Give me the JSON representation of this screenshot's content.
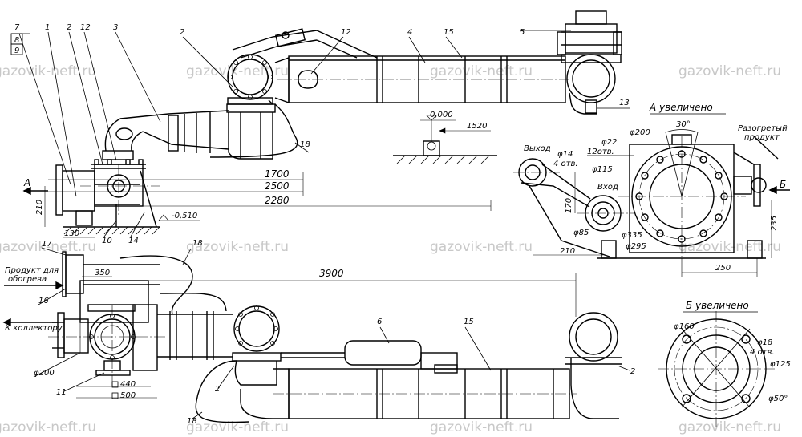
{
  "watermark": "gazovik-neft.ru",
  "positions": {
    "p1": "1",
    "p2": "2",
    "p3": "3",
    "p4": "4",
    "p5": "5",
    "p6": "6",
    "p7": "7",
    "p8": "8",
    "p9": "9",
    "p10": "10",
    "p11": "11",
    "p12": "12",
    "p13": "13",
    "p14": "14",
    "p15": "15",
    "p16": "16",
    "p17": "17",
    "p18": "18"
  },
  "dimensions": {
    "d1700": "1700",
    "d2500": "2500",
    "d2280": "2280",
    "d210": "210",
    "d130": "130",
    "d0510": "-0,510",
    "d0000": "0,000",
    "d1520": "1520",
    "d3900": "3900",
    "d350": "350",
    "d440": "440",
    "d500": "500",
    "dphi200": "φ200"
  },
  "labels": {
    "section_a": "A",
    "section_b": "Б",
    "product_heat_1": "Продукт для",
    "product_heat_2": "обогрева",
    "to_collector": "К коллектору"
  },
  "view_a": {
    "title": "А увеличено",
    "angle": "30°",
    "exit": "Выход",
    "entry": "Вход",
    "hole14": "φ14",
    "holes4": "4 отв.",
    "hole22": "φ22",
    "holes12": "12отв.",
    "d200": "φ200",
    "d115": "φ115",
    "d85": "φ85",
    "d335": "φ335",
    "d295": "φ295",
    "d170": "170",
    "d210": "210",
    "d235": "235",
    "d250": "250",
    "heated_1": "Разогретый",
    "heated_2": "продукт",
    "b": "Б"
  },
  "view_b": {
    "title": "Б увеличено",
    "d160": "φ160",
    "d18": "φ18",
    "holes4": "4 отв.",
    "d125": "φ125",
    "d50": "φ50°"
  }
}
